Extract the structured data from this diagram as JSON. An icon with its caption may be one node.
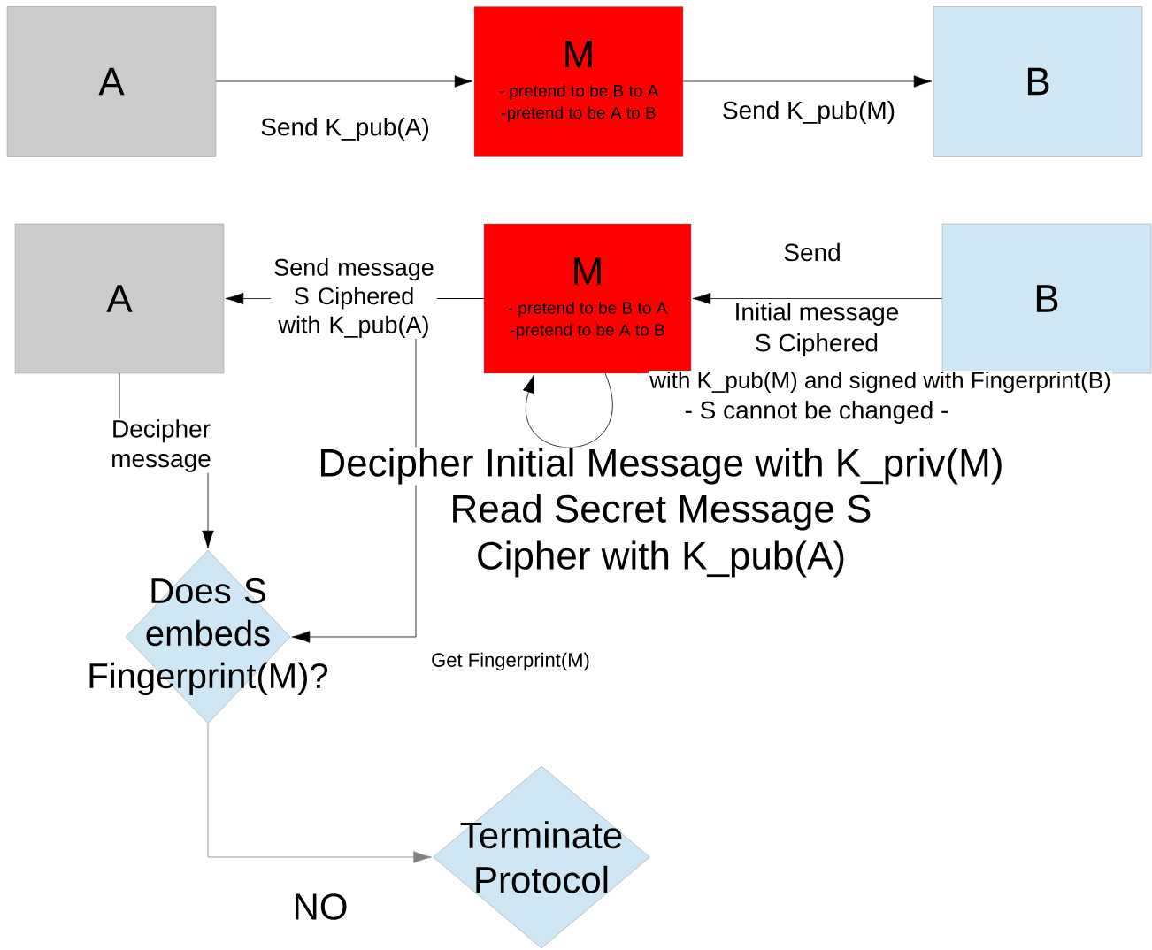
{
  "diagram": {
    "nodes": [
      {
        "text": [
          "A"
        ]
      },
      {
        "text": [
          "M",
          "- pretend to be B to A",
          "-pretend to be A to B"
        ]
      },
      {
        "text": [
          "B"
        ]
      },
      {
        "text": [
          "A"
        ]
      },
      {
        "text": [
          "M",
          "- pretend to be B to A",
          "-pretend to be A to B"
        ]
      },
      {
        "text": [
          "B"
        ]
      },
      {
        "text": [
          "Does S embeds Fingerprint(M)?"
        ]
      },
      {
        "text": [
          "Terminate Protocol"
        ]
      }
    ],
    "edges": [
      {
        "from": 0,
        "to": 1,
        "arrow": "to",
        "label": "Send K_pub(A)"
      },
      {
        "from": 1,
        "to": 2,
        "arrow": "to",
        "label": "Send K_pub(M)"
      },
      {
        "from": 5,
        "to": 4,
        "arrow": "to",
        "label": "Send"
      },
      {
        "from": 4,
        "to": 3,
        "arrow": "to",
        "label": "Send message S Ciphered with K_pub(A)"
      },
      {
        "from": 4,
        "to": 4,
        "arrow": "to"
      },
      {
        "from": 3,
        "to": 6,
        "arrow": "to",
        "label": "Decipher message"
      },
      {
        "from": 4,
        "to": 6,
        "arrow": "to",
        "label": "Get Fingerprint(M)"
      },
      {
        "from": 6,
        "to": 7,
        "arrow": "to",
        "label": "NO",
        "color": "#808080"
      }
    ],
    "labels": [
      "Initial message",
      "S Ciphered",
      "with K_pub(M) and signed with Fingerprint(B)",
      "- S cannot be changed -",
      "Decipher Initial Message with K_priv(M)",
      "Read Secret Message S",
      "Cipher with K_pub(A)"
    ]
  }
}
